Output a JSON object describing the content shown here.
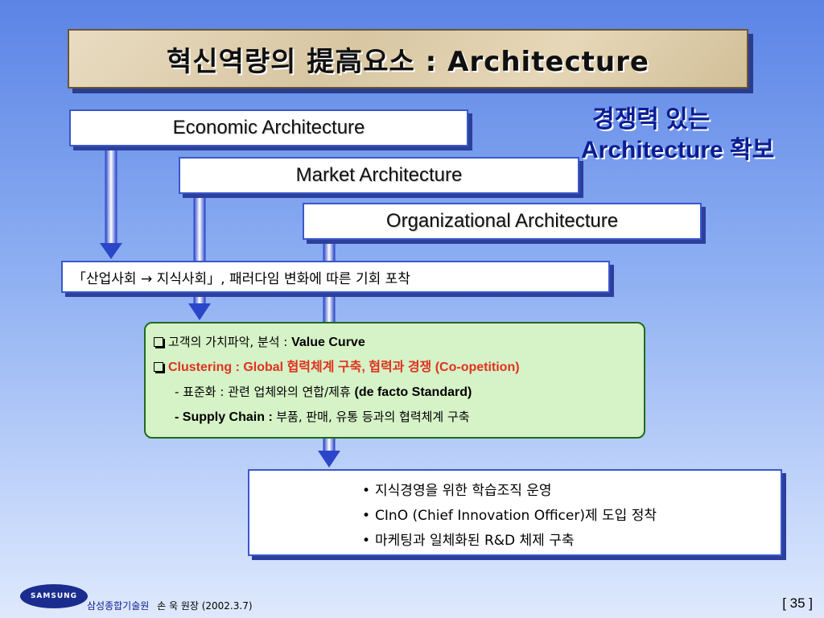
{
  "title": "혁신역량의 提高요소 : Architecture",
  "side_label": {
    "line1": "경쟁력 있는",
    "line2": "Architecture 확보"
  },
  "architectures": [
    {
      "label": "Economic Architecture"
    },
    {
      "label": "Market Architecture"
    },
    {
      "label": "Organizational Architecture"
    }
  ],
  "opportunity": "「산업사회 → 지식사회」, 패러다임 변화에 따른 기회 포착",
  "value_curve": {
    "item1": {
      "prefix": "고객의 가치파악, 분석 : ",
      "en": "Value Curve"
    },
    "item2": {
      "text": "Clustering : Global 협력체계 구축, 협력과 경쟁 (Co-opetition)"
    },
    "sub1": {
      "prefix": "- 표준화 : 관련 업체와의 연합/제휴 ",
      "en": "(de facto Standard)"
    },
    "sub2": {
      "en": "- Supply Chain : ",
      "suffix": "부품, 판매, 유통 등과의 협력체계 구축"
    }
  },
  "learning_org": [
    {
      "text": "지식경영을 위한 학습조직 운영"
    },
    {
      "text": "CInO (Chief Innovation Officer)제 도입 정착"
    },
    {
      "text": "마케팅과 일체화된 R&D 체제 구축"
    }
  ],
  "footer": {
    "logo_text": "SAMSUNG",
    "org": "삼성종합기술원",
    "author": "손 욱 원장 (2002.3.7)"
  },
  "page_number": "[ 35 ]",
  "colors": {
    "accent_blue": "#0b1d93",
    "box_border": "#3a58c9",
    "green_bg": "#d6f2c7",
    "red_text": "#e0321e"
  }
}
